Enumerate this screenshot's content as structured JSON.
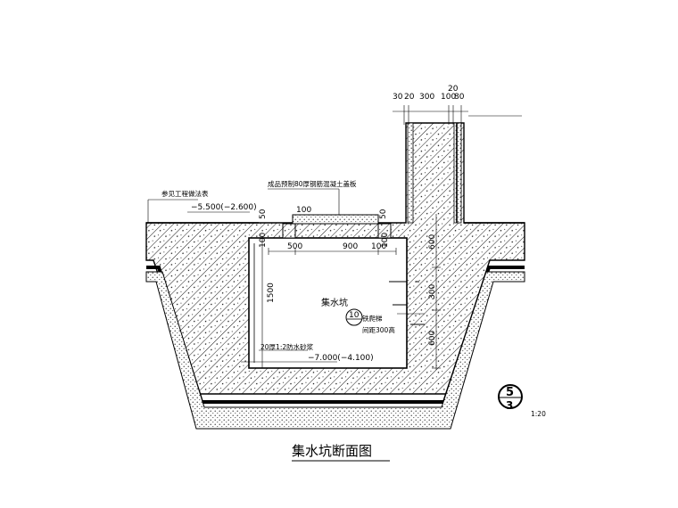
{
  "title": "集水坑断面图",
  "labels": {
    "ref_note": "参见工程做法表",
    "cover_note": "成品预制80厚钢筋混凝土盖板",
    "elev_top": "−5.500(−2.600)",
    "elev_bottom": "−7.000(−4.100)",
    "pit_name": "集水坑",
    "mortar_note": "20厚1:2防水砂浆",
    "ladder_note": "铁爬梯",
    "ladder_spacing": "间距300高",
    "detail_num": "10",
    "detail_sheet": "—",
    "section_num": "5",
    "section_sheet": "3",
    "scale": "1:20"
  },
  "dims": {
    "wall_30": "30",
    "wall_20a": "20",
    "wall_300": "300",
    "wall_100": "100",
    "wall_80": "80",
    "wall_20b": "20",
    "cover_100": "100",
    "cover_50a": "50",
    "cover_50b": "50",
    "d100_left": "100",
    "d500": "500",
    "d900": "900",
    "d100_right": "100",
    "d100_right2": "100",
    "d1500": "1500",
    "d600_top": "600",
    "d300": "300",
    "d600_bot": "600"
  }
}
